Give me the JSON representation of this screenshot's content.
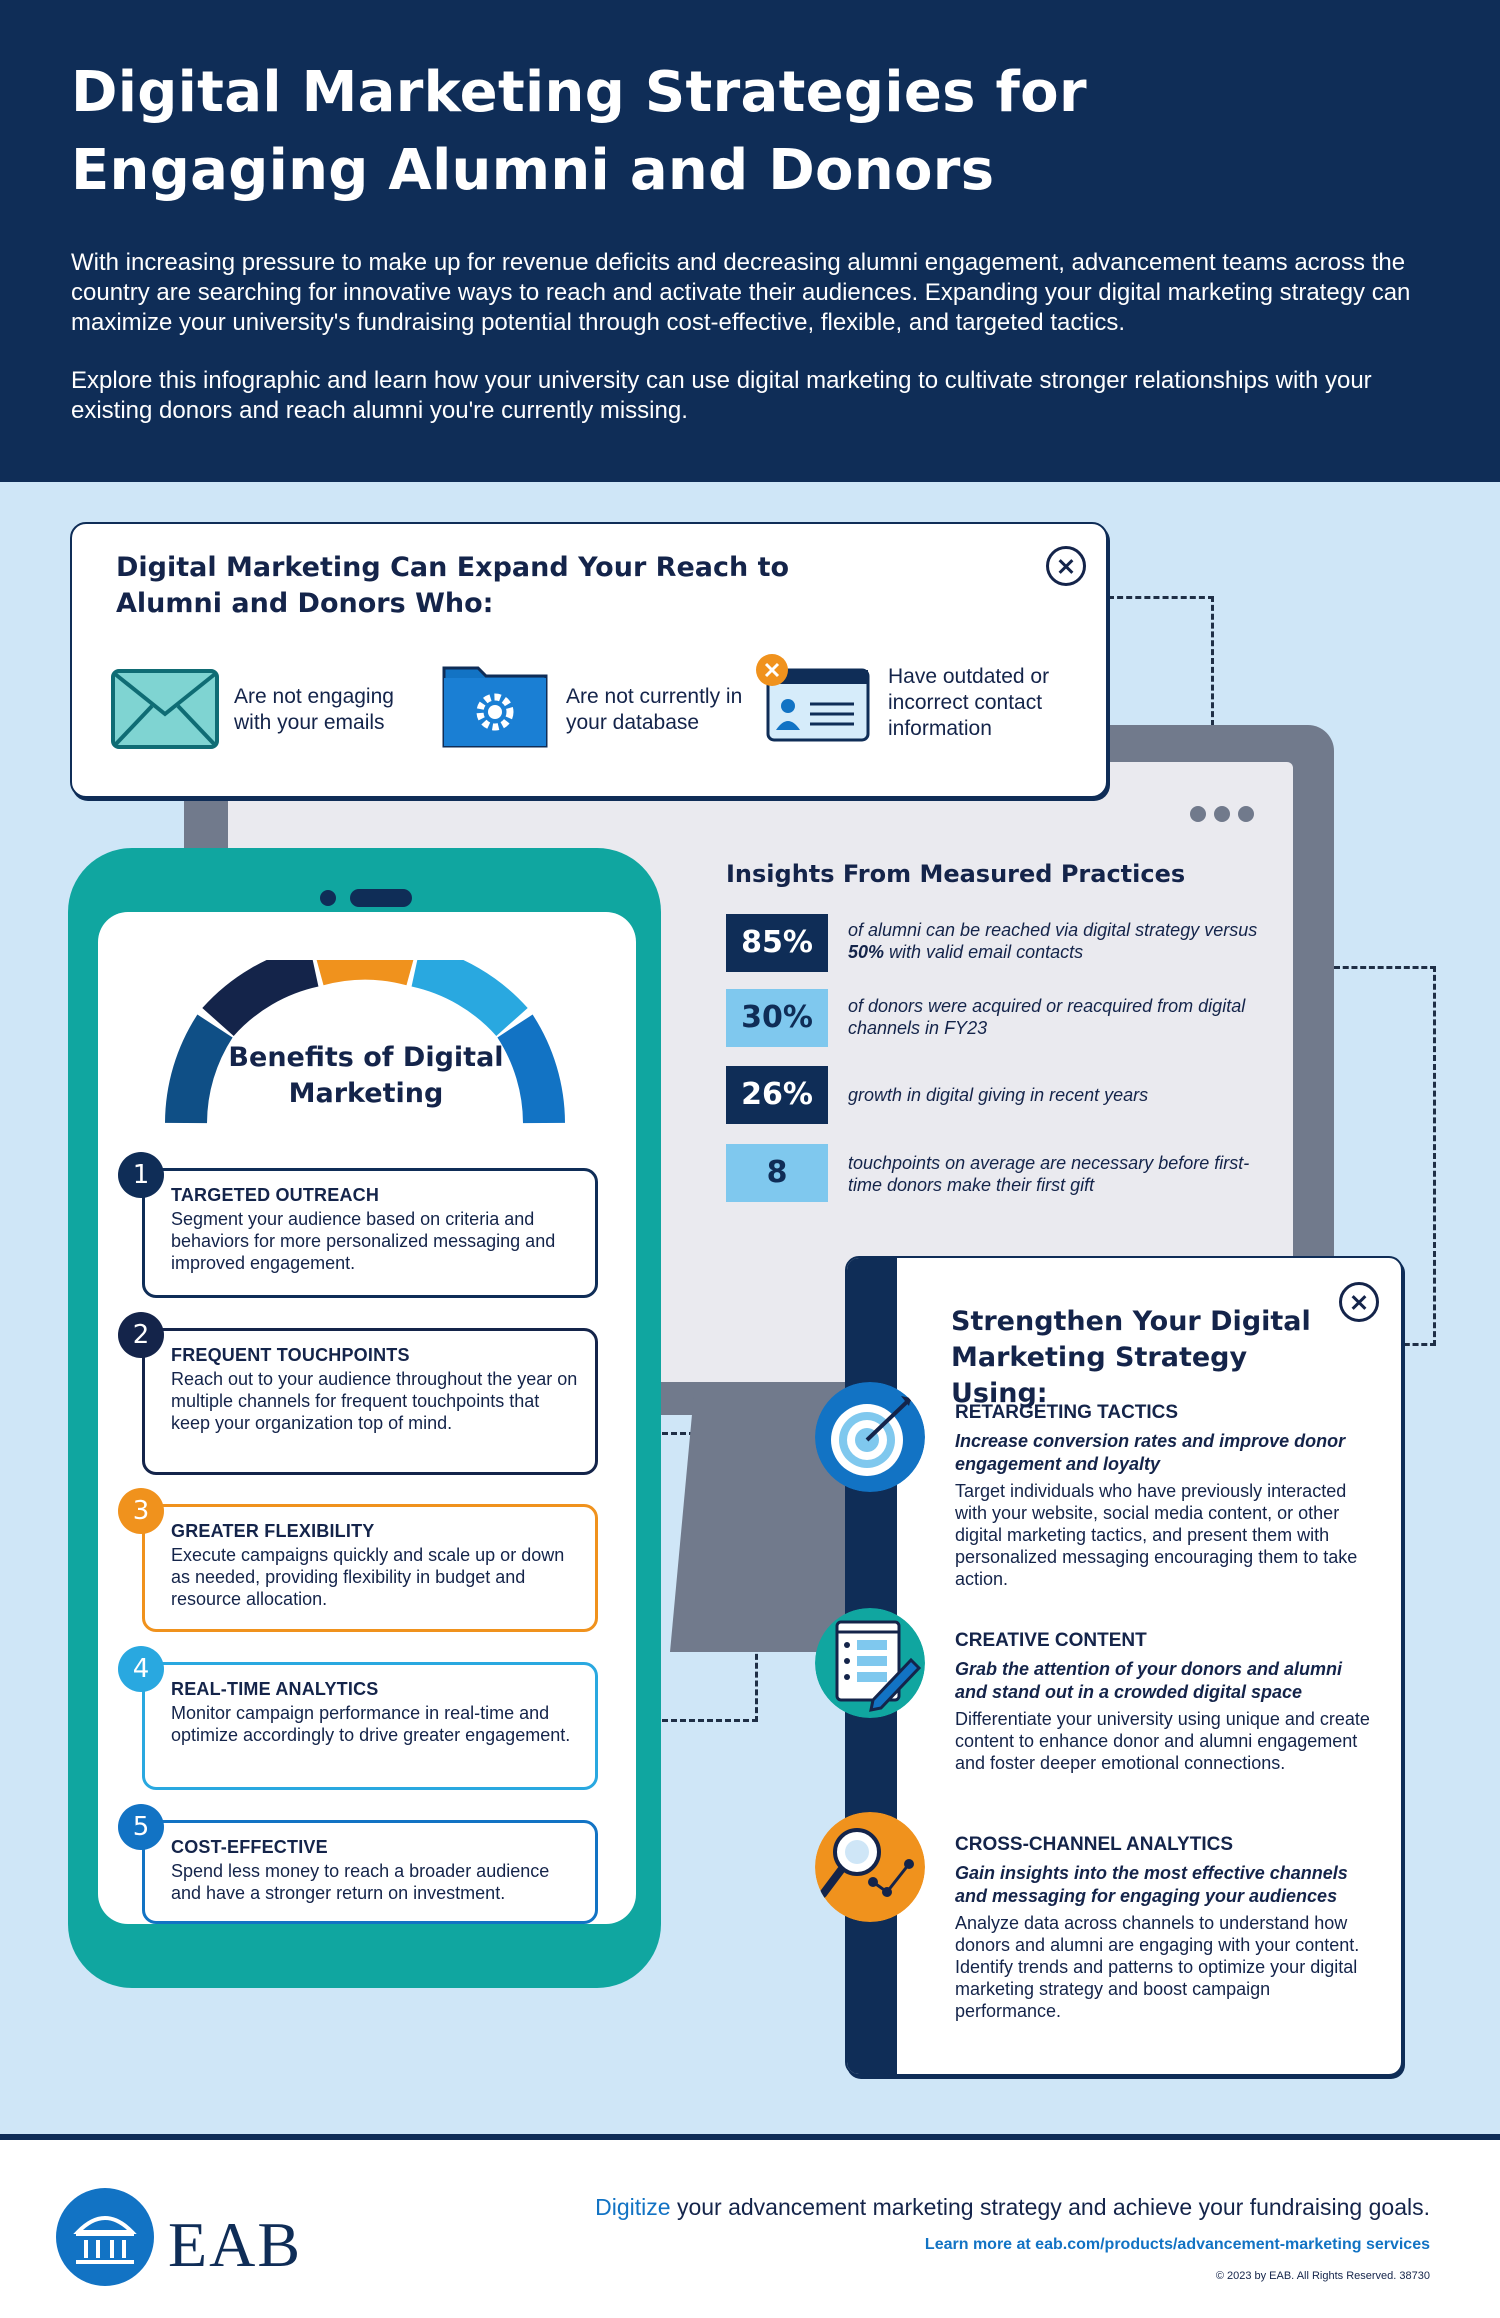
{
  "header": {
    "title": "Digital Marketing Strategies for Engaging Alumni and Donors",
    "intro_1": "With increasing pressure to make up for revenue deficits and decreasing alumni engagement, advancement teams across the country are searching for innovative ways to reach and activate their audiences. Expanding your digital marketing strategy can maximize your university's fundraising potential through cost-effective, flexible, and targeted tactics.",
    "intro_2": "Explore this infographic and learn how your university can use digital marketing to cultivate stronger relationships with your existing donors and reach alumni you're currently missing."
  },
  "reach": {
    "title": "Digital Marketing Can Expand Your Reach to Alumni and Donors Who:",
    "items": [
      {
        "label": "Are not engaging with your emails",
        "icon": "envelope-icon"
      },
      {
        "label": "Are not currently in your database",
        "icon": "folder-gear-icon"
      },
      {
        "label": "Have outdated or incorrect contact information",
        "icon": "contact-card-icon"
      }
    ]
  },
  "benefits": {
    "title": "Benefits of Digital Marketing",
    "items": [
      {
        "num": "1",
        "title": "TARGETED OUTREACH",
        "desc": "Segment your audience based on criteria and behaviors for more personalized messaging and improved engagement.",
        "color": "#0f2d57"
      },
      {
        "num": "2",
        "title": "FREQUENT TOUCHPOINTS",
        "desc": "Reach out to your audience throughout the year on multiple channels for frequent touchpoints that keep your organization top of mind.",
        "color": "#14244a"
      },
      {
        "num": "3",
        "title": "GREATER FLEXIBILITY",
        "desc": "Execute campaigns quickly and scale up or down as needed, providing flexibility in budget and resource allocation.",
        "color": "#f0921d"
      },
      {
        "num": "4",
        "title": "REAL-TIME ANALYTICS",
        "desc": "Monitor campaign performance in real-time and optimize accordingly to drive greater engagement.",
        "color": "#29a8e0"
      },
      {
        "num": "5",
        "title": "COST-EFFECTIVE",
        "desc": "Spend less money to reach a broader audience and have a stronger return on investment.",
        "color": "#1273c4"
      }
    ]
  },
  "insights": {
    "title": "Insights From Measured Practices",
    "stats": [
      {
        "value": "85%",
        "text_a": "of alumni can be reached via digital strategy versus ",
        "text_b": "50%",
        "text_c": " with valid email contacts",
        "dark": true
      },
      {
        "value": "30%",
        "text_a": "of donors were acquired or reacquired from digital channels in FY23",
        "text_b": "",
        "text_c": "",
        "dark": false
      },
      {
        "value": "26%",
        "text_a": "growth in digital giving in recent years",
        "text_b": "",
        "text_c": "",
        "dark": true
      },
      {
        "value": "8",
        "text_a": "touchpoints on average are necessary before first-time donors make their first gift",
        "text_b": "",
        "text_c": "",
        "dark": false
      }
    ]
  },
  "strategy": {
    "title": "Strengthen Your Digital Marketing Strategy Using:",
    "tactics": [
      {
        "title": "RETARGETING TACTICS",
        "sub": "Increase conversion rates and improve donor engagement and loyalty",
        "desc": "Target individuals who have previously interacted with your website, social media content, or other digital marketing tactics, and present them with personalized messaging encouraging them to take action.",
        "icon": "target-icon"
      },
      {
        "title": "CREATIVE CONTENT",
        "sub": "Grab the attention of your donors and alumni and stand out in a crowded digital space",
        "desc": "Differentiate your university using unique and create content to enhance donor and alumni engagement and foster deeper emotional connections.",
        "icon": "content-edit-icon"
      },
      {
        "title": "CROSS-CHANNEL ANALYTICS",
        "sub": "Gain insights into the most effective channels and messaging for engaging your audiences",
        "desc": "Analyze data across channels to understand how donors and alumni are engaging with your content. Identify trends and patterns to optimize your digital marketing strategy and boost campaign performance.",
        "icon": "magnifier-analytics-icon"
      }
    ]
  },
  "footer": {
    "brand": "EAB",
    "tagline_highlight": "Digitize",
    "tagline_rest": " your advancement marketing strategy and achieve your fundraising goals.",
    "learn_more": "Learn more at eab.com/products/advancement-marketing services",
    "copyright": "© 2023 by EAB. All Rights Reserved. 38730"
  },
  "colors": {
    "navy": "#0f2d57",
    "teal": "#10a6a0",
    "orange": "#f0921d",
    "sky": "#29a8e0",
    "blue": "#1273c4",
    "light_blue_bg": "#cfe6f7"
  }
}
